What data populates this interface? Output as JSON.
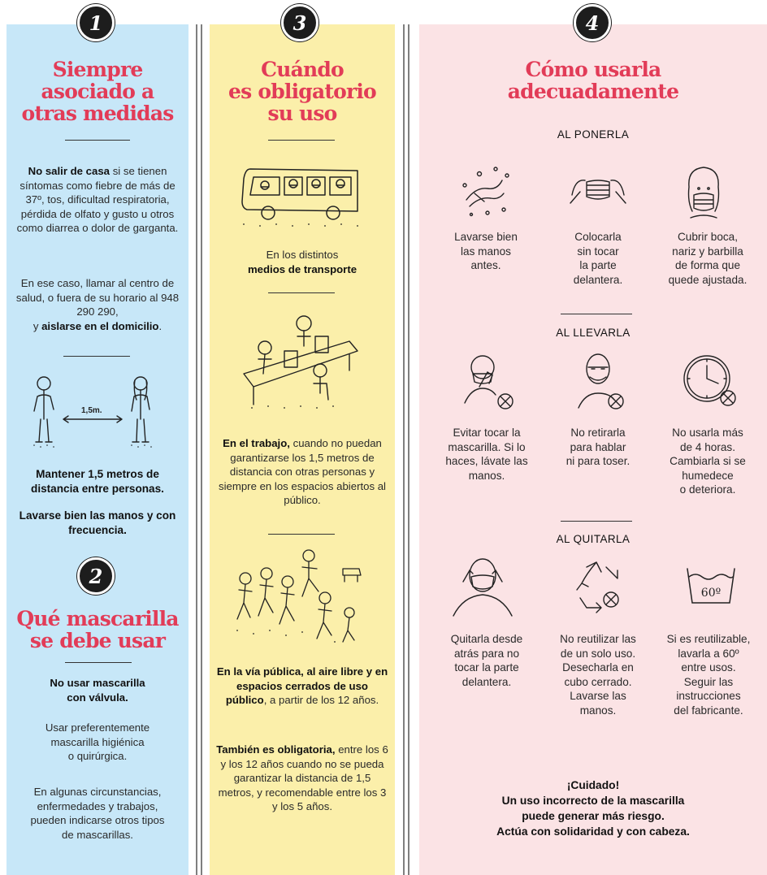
{
  "colors": {
    "col1_bg": "#c7e7f8",
    "col3_bg": "#fbefaa",
    "col4_bg": "#fbe3e5",
    "title_red": "#e23c58",
    "badge": "#1d1d1d"
  },
  "col1": {
    "number": "1",
    "title": [
      "Siempre",
      "asociado a",
      "otras medidas"
    ],
    "p1_bold": "No salir de casa",
    "p1_rest": " si se tienen síntomas como fiebre de más de 37º, tos, dificultad respiratoria, pérdida de olfato y gusto u otros como diarrea o dolor de garganta.",
    "p2_text": "En ese caso, llamar al centro de salud, o fuera de su horario al 948 290 290,",
    "p2_lead": "y ",
    "p2_bold": "aislarse en el domicilio",
    "p2_end": ".",
    "distance_label": "1,5m.",
    "p3_bold": "Mantener 1,5 metros de distancia entre personas.",
    "p4_bold": "Lavarse bien las manos y con frecuencia."
  },
  "col2": {
    "number": "2",
    "title": [
      "Qué mascarilla",
      "se debe usar"
    ],
    "p1_bold": [
      "No usar mascarilla",
      "con válvula."
    ],
    "p2": [
      "Usar preferentemente",
      "mascarilla higiénica",
      "o quirúrgica."
    ],
    "p3": [
      "En algunas circunstancias,",
      "enfermedades y trabajos,",
      "pueden indicarse otros tipos",
      "de mascarillas."
    ]
  },
  "col3": {
    "number": "3",
    "title": [
      "Cuándo",
      "es obligatorio",
      "su uso"
    ],
    "transport_text": "En los distintos",
    "transport_bold": "medios de transporte",
    "work_bold": "En el trabajo,",
    "work_rest": " cuando no puedan garantizarse los 1,5 metros de distancia con otras personas y siempre en los espacios abiertos al público.",
    "street_bold": "En la vía pública, al aire libre y en espacios cerrados de uso público",
    "street_rest": ", a partir de los 12 años.",
    "also_bold": "También es obligatoria,",
    "also_rest": " entre los 6 y los 12 años cuando no se pueda garantizar la distancia de 1,5 metros, y recomendable entre los 3 y los 5 años."
  },
  "col4": {
    "number": "4",
    "title": [
      "Cómo usarla",
      "adecuadamente"
    ],
    "sections": [
      {
        "heading": "AL PONERLA",
        "items": [
          {
            "icon": "wash-hands-icon",
            "lines": [
              "Lavarse bien",
              "las manos",
              "antes."
            ]
          },
          {
            "icon": "place-mask-icon",
            "lines": [
              "Colocarla",
              "sin tocar",
              "la parte",
              "delantera."
            ]
          },
          {
            "icon": "masked-face-icon",
            "lines": [
              "Cubrir boca,",
              "nariz y barbilla",
              "de forma que",
              "quede ajustada."
            ]
          }
        ]
      },
      {
        "heading": "AL LLEVARLA",
        "items": [
          {
            "icon": "touch-mask-icon",
            "lines": [
              "Evitar tocar la",
              "mascarilla. Si lo",
              "haces, lávate las",
              "manos."
            ]
          },
          {
            "icon": "no-remove-icon",
            "lines": [
              "No retirarla",
              "para hablar",
              "ni para toser."
            ]
          },
          {
            "icon": "clock-icon",
            "lines": [
              "No usarla más",
              "de 4 horas.",
              "Cambiarla si se",
              "humedece",
              "o deteriora."
            ]
          }
        ]
      },
      {
        "heading": "AL QUITARLA",
        "items": [
          {
            "icon": "remove-mask-icon",
            "lines": [
              "Quitarla desde",
              "atrás para no",
              "tocar la parte",
              "delantera."
            ]
          },
          {
            "icon": "no-recycle-icon",
            "lines": [
              "No reutilizar las",
              "de un solo uso.",
              "Desecharla en",
              "cubo cerrado.",
              "Lavarse las",
              "manos."
            ]
          },
          {
            "icon": "wash-60-icon",
            "lines": [
              "Si es reutilizable,",
              "lavarla a 60º",
              "entre usos.",
              "Seguir las",
              "instrucciones",
              "del fabricante."
            ]
          }
        ]
      }
    ],
    "wash_temp": "60º",
    "warning": [
      "¡Cuidado!",
      "Un uso incorrecto de la mascarilla",
      "puede generar más riesgo.",
      "Actúa con solidaridad y con cabeza."
    ]
  }
}
